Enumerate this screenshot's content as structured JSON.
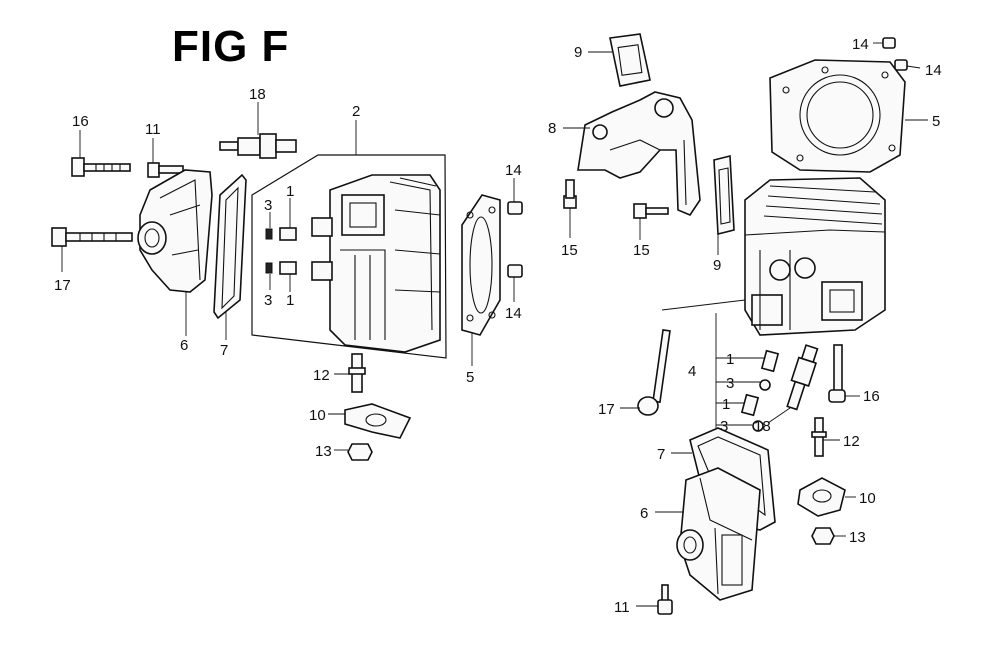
{
  "title": "FIG F",
  "callouts": [
    {
      "id": "l-16a",
      "text": "16"
    },
    {
      "id": "l-11a",
      "text": "11"
    },
    {
      "id": "l-18a",
      "text": "18"
    },
    {
      "id": "l-2",
      "text": "2"
    },
    {
      "id": "l-3a",
      "text": "3"
    },
    {
      "id": "l-1a",
      "text": "1"
    },
    {
      "id": "l-3b",
      "text": "3"
    },
    {
      "id": "l-1b",
      "text": "1"
    },
    {
      "id": "l-17a",
      "text": "17"
    },
    {
      "id": "l-6a",
      "text": "6"
    },
    {
      "id": "l-7a",
      "text": "7"
    },
    {
      "id": "l-14a",
      "text": "14"
    },
    {
      "id": "l-14b",
      "text": "14"
    },
    {
      "id": "l-5a",
      "text": "5"
    },
    {
      "id": "l-12a",
      "text": "12"
    },
    {
      "id": "l-10a",
      "text": "10"
    },
    {
      "id": "l-13a",
      "text": "13"
    },
    {
      "id": "l-9a",
      "text": "9"
    },
    {
      "id": "l-8",
      "text": "8"
    },
    {
      "id": "l-15a",
      "text": "15"
    },
    {
      "id": "l-15b",
      "text": "15"
    },
    {
      "id": "l-9b",
      "text": "9"
    },
    {
      "id": "l-14c",
      "text": "14"
    },
    {
      "id": "l-14d",
      "text": "14"
    },
    {
      "id": "l-5b",
      "text": "5"
    },
    {
      "id": "l-4",
      "text": "4"
    },
    {
      "id": "l-1c",
      "text": "1"
    },
    {
      "id": "l-3c",
      "text": "3"
    },
    {
      "id": "l-1d",
      "text": "1"
    },
    {
      "id": "l-3d",
      "text": "3"
    },
    {
      "id": "l-17b",
      "text": "17"
    },
    {
      "id": "l-18b",
      "text": "18"
    },
    {
      "id": "l-16b",
      "text": "16"
    },
    {
      "id": "l-12b",
      "text": "12"
    },
    {
      "id": "l-7b",
      "text": "7"
    },
    {
      "id": "l-10b",
      "text": "10"
    },
    {
      "id": "l-6b",
      "text": "6"
    },
    {
      "id": "l-13b",
      "text": "13"
    },
    {
      "id": "l-11b",
      "text": "11"
    }
  ]
}
